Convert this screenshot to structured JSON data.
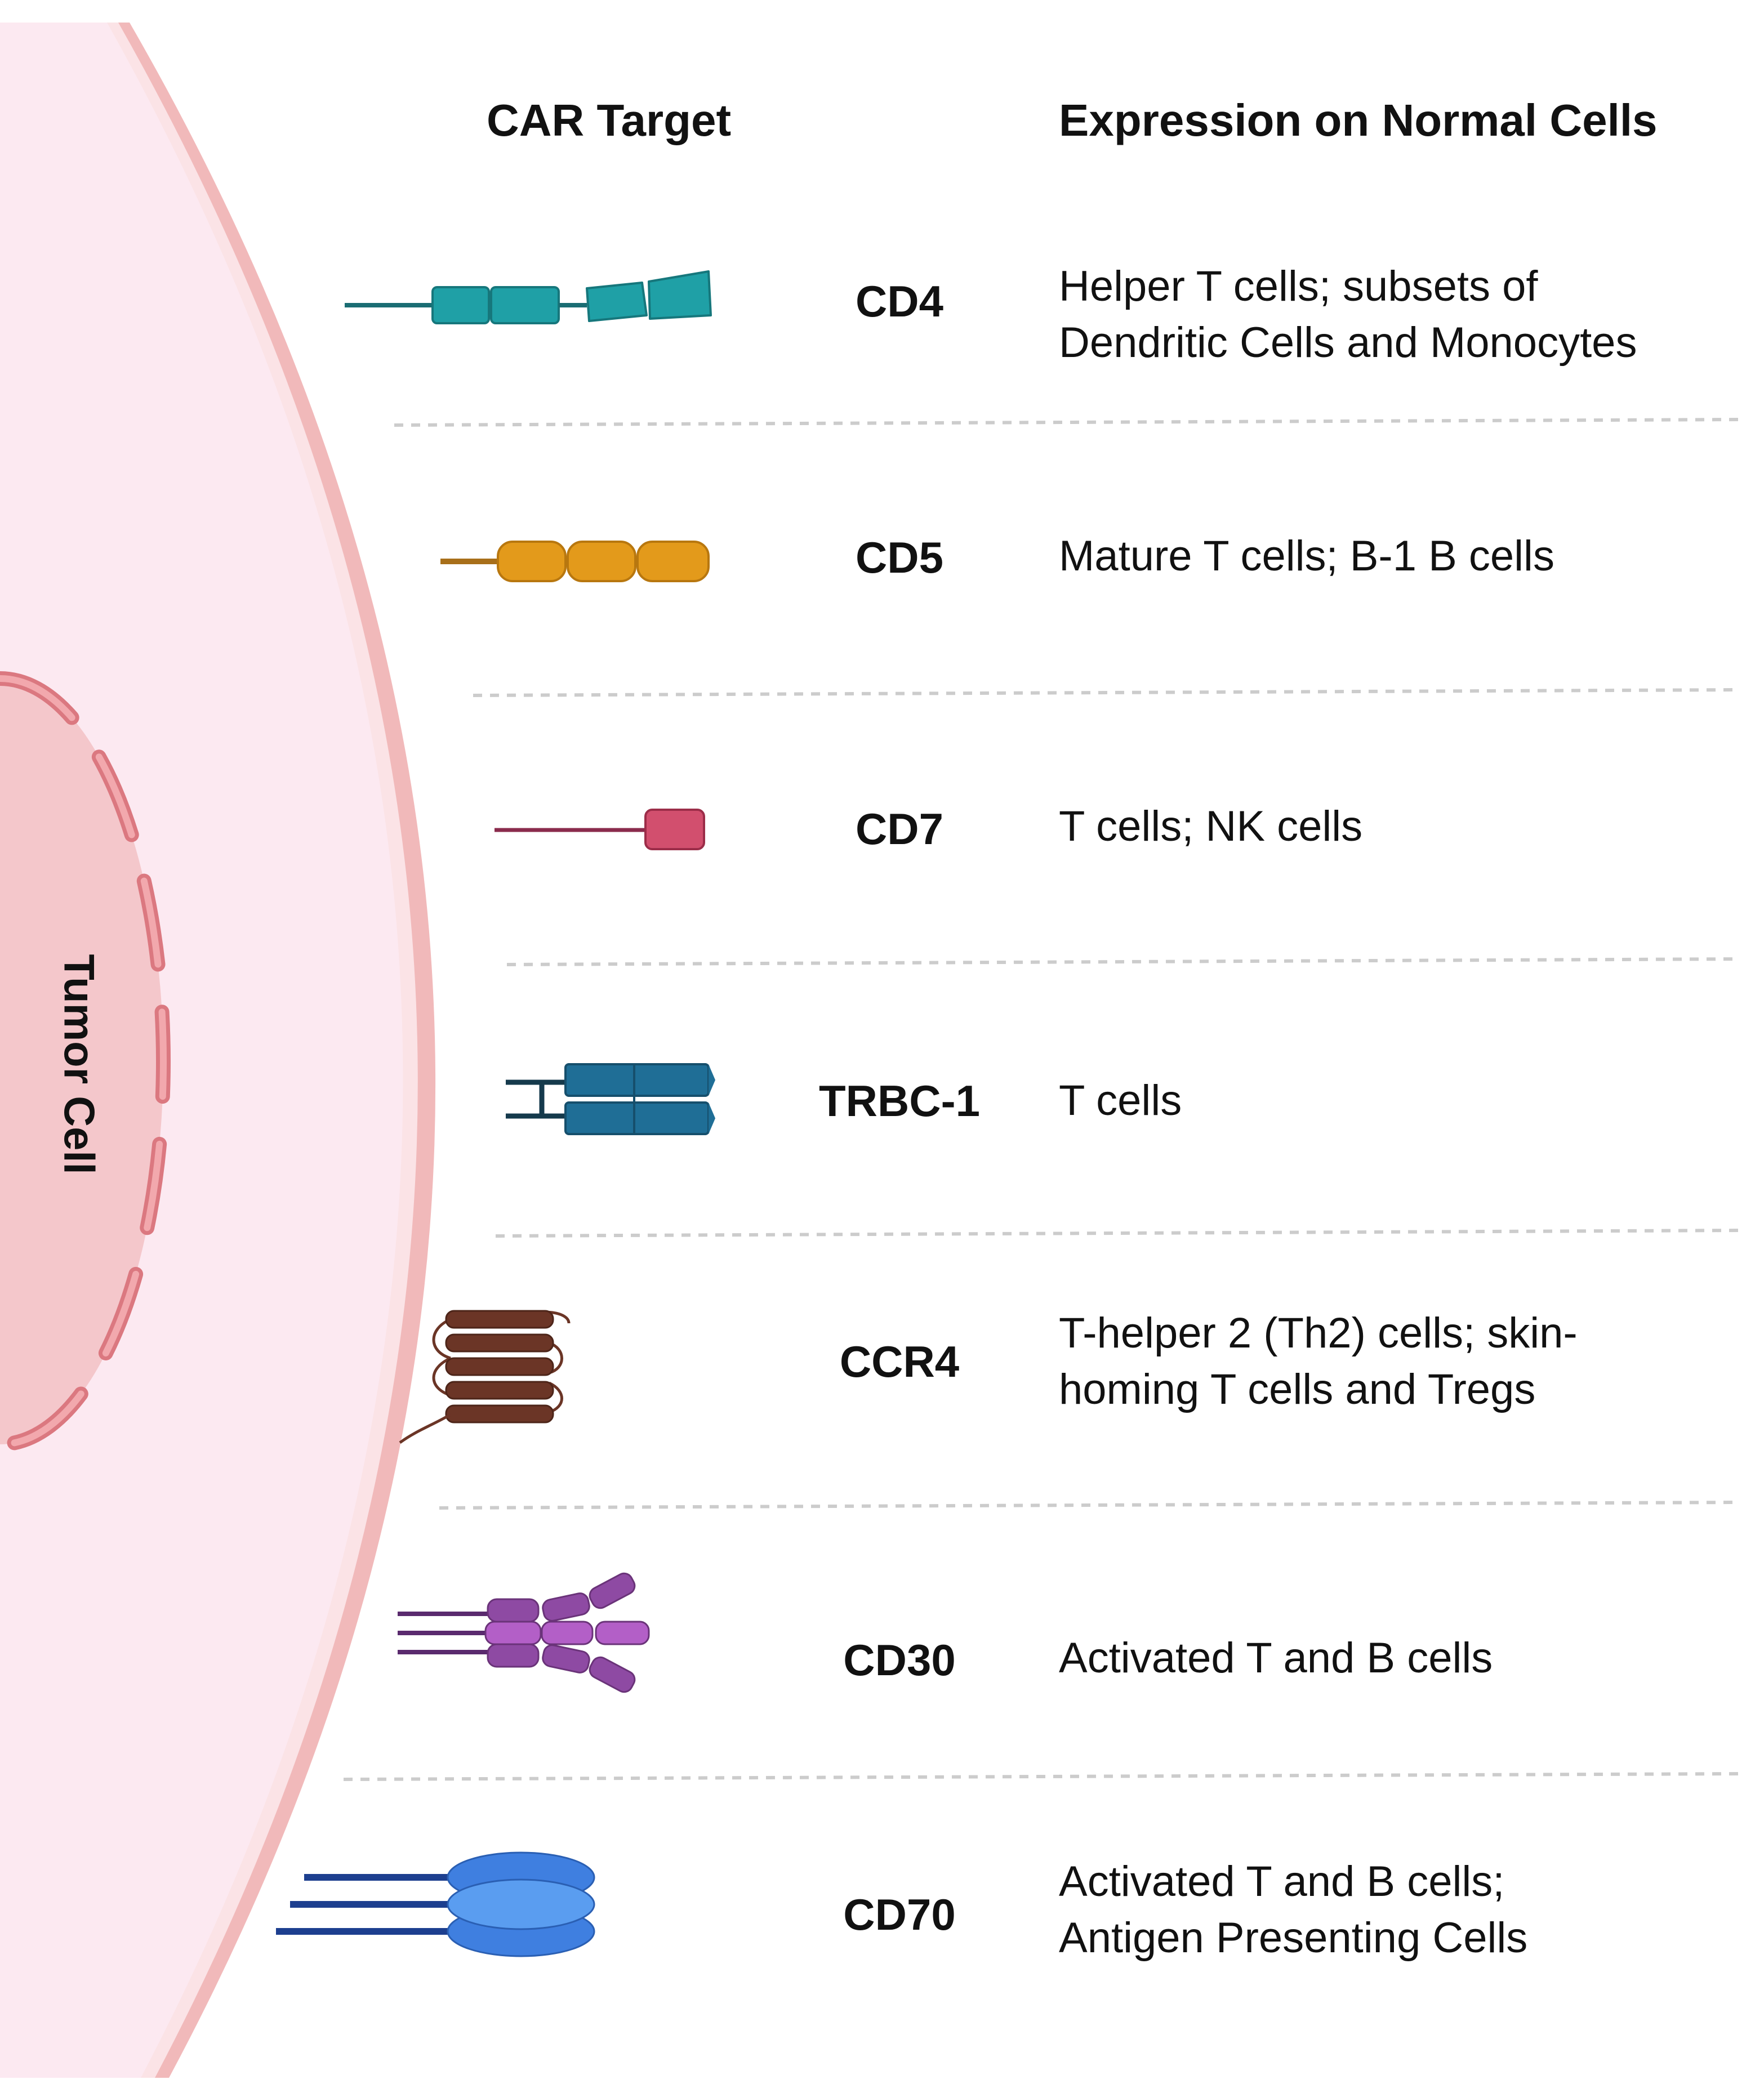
{
  "headers": {
    "car_target": "CAR Target",
    "expression": "Expression on Normal Cells"
  },
  "cell_label": "Tumor Cell",
  "rows": [
    {
      "target": "CD4",
      "expression_lines": [
        "Helper T cells; subsets of",
        "Dendritic Cells and Monocytes"
      ],
      "color": "#1fa0a6"
    },
    {
      "target": "CD5",
      "expression_lines": [
        "Mature T cells; B-1 B cells"
      ],
      "color": "#e39a1b"
    },
    {
      "target": "CD7",
      "expression_lines": [
        "T cells; NK cells"
      ],
      "color": "#d24f6e"
    },
    {
      "target": "TRBC-1",
      "expression_lines": [
        "T cells"
      ],
      "color": "#1f6e96"
    },
    {
      "target": "CCR4",
      "expression_lines": [
        "T-helper 2 (Th2) cells; skin-",
        "homing T cells and Tregs"
      ],
      "color": "#6b3526"
    },
    {
      "target": "CD30",
      "expression_lines": [
        "Activated T and B cells"
      ],
      "color": "#8e4aa3"
    },
    {
      "target": "CD70",
      "expression_lines": [
        "Activated T and B cells;",
        "Antigen Presenting Cells"
      ],
      "color": "#3f7fe0"
    }
  ],
  "colors": {
    "cytoplasm": "#fce9f1",
    "membrane": "#f1b9ba",
    "nucleus": "#f4c7cb",
    "nuclear_envelope": "#db7880",
    "divider": "#cccccc"
  }
}
